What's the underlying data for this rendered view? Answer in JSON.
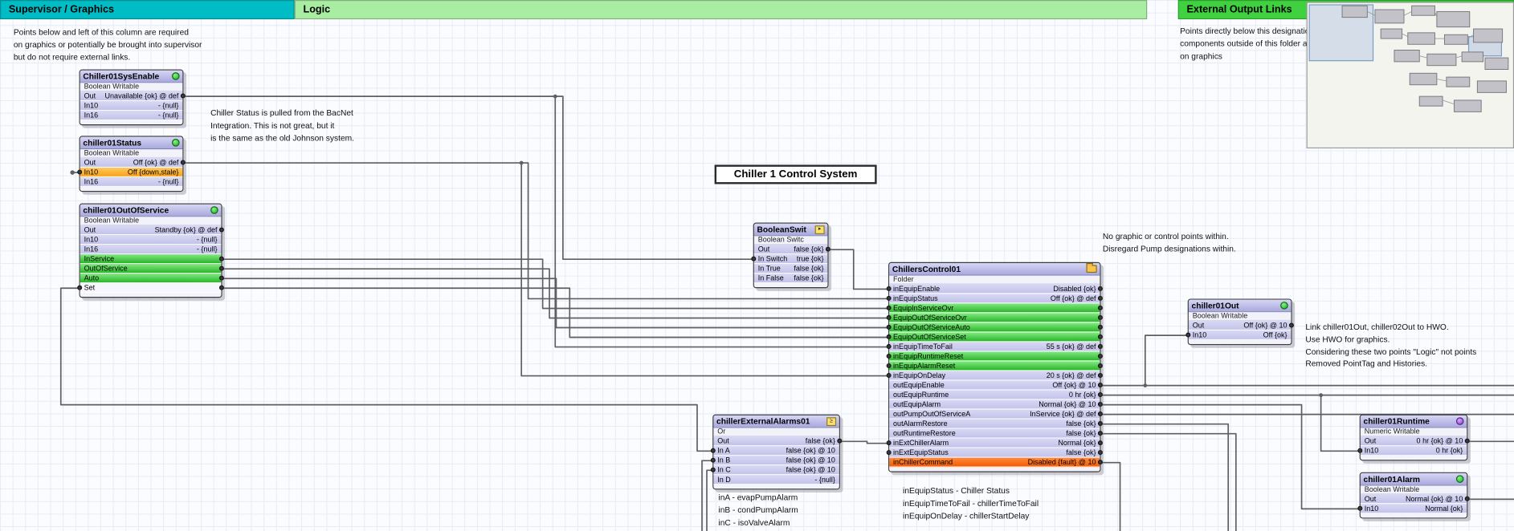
{
  "palette": {
    "supervisor_header": "#00bcc5",
    "logic_header": "#a9eda2",
    "external_header": "#3fd13f",
    "row_default": "#cdcdee",
    "row_action_green": "#3fcb3f",
    "row_stale_orange": "#fbae33",
    "row_fault_red": "#f96a12",
    "status_ok_dot": "#1faf1f",
    "status_numeric_dot": "#8a3fd1",
    "wire": "#5f5f5f"
  },
  "headers": {
    "supervisor": {
      "label": "Supervisor / Graphics"
    },
    "logic": {
      "label": "Logic"
    },
    "external": {
      "label": "External Output Links"
    }
  },
  "notes": {
    "supervisor_note": "Points below and left of this column are required\non graphics or potentially be brought into supervisor\nbut do not require external links.",
    "bacnet_note": "Chiller Status is pulled from the BacNet\nIntegration. This is not great, but it\nis the same as the old Johnson system.",
    "external_note": "Points directly below this designation require\ncomponents outside of this folder and may or may not be used\non graphics",
    "title_box": "Chiller 1 Control System",
    "no_graphic_note": "No graphic or control points within.\nDisregard Pump designations within.",
    "link_note": "Link chiller01Out, chiller02Out to HWO.\nUse HWO for graphics.\nConsidering these two points \"Logic\" not points\nRemoved PointTag and Histories.",
    "alarm_legend": "inA - evapPumpAlarm\ninB - condPumpAlarm\ninC - isoValveAlarm",
    "equip_legend": "inEquipStatus - Chiller Status\ninEquipTimeToFail - chillerTimeToFail\ninEquipOnDelay - chillerStartDelay"
  },
  "blocks": [
    {
      "title": "Chiller01SysEnable",
      "subtitle": "Boolean Writable",
      "icon": "green-dot",
      "rows": [
        {
          "l": "Out",
          "v": "Unavailable {ok} @ def",
          "c": "lav",
          "p": "r"
        },
        {
          "l": "In10",
          "v": "- {null}",
          "c": "lav",
          "p": ""
        },
        {
          "l": "In16",
          "v": "- {null}",
          "c": "lav",
          "p": ""
        }
      ]
    },
    {
      "title": "chiller01Status",
      "subtitle": "Boolean Writable",
      "icon": "green-dot",
      "rows": [
        {
          "l": "Out",
          "v": "Off {ok} @ def",
          "c": "lav",
          "p": "r"
        },
        {
          "l": "In10",
          "v": "Off {down,stale}",
          "c": "orn",
          "p": "l"
        },
        {
          "l": "In16",
          "v": "- {null}",
          "c": "lav",
          "p": ""
        }
      ]
    },
    {
      "title": "chiller01OutOfService",
      "subtitle": "Boolean Writable",
      "icon": "green-dot",
      "rows": [
        {
          "l": "Out",
          "v": "Standby {ok} @ def",
          "c": "lav",
          "p": "r"
        },
        {
          "l": "In10",
          "v": "- {null}",
          "c": "lav",
          "p": ""
        },
        {
          "l": "In16",
          "v": "- {null}",
          "c": "lav",
          "p": ""
        },
        {
          "l": "InService",
          "v": "",
          "c": "grn",
          "p": "r"
        },
        {
          "l": "OutOfService",
          "v": "",
          "c": "grn",
          "p": "r"
        },
        {
          "l": "Auto",
          "v": "",
          "c": "grn",
          "p": "r"
        },
        {
          "l": "Set",
          "v": "",
          "c": "wht",
          "p": "lr"
        }
      ]
    },
    {
      "title": "BooleanSwit",
      "subtitle": "Boolean Switc",
      "icon": "switch",
      "rows": [
        {
          "l": "Out",
          "v": "false {ok}",
          "c": "lav",
          "p": "r"
        },
        {
          "l": "In Switch",
          "v": "true {ok}",
          "c": "lav",
          "p": "l"
        },
        {
          "l": "In True",
          "v": "false {ok}",
          "c": "lav",
          "p": ""
        },
        {
          "l": "In False",
          "v": "false {ok}",
          "c": "lav",
          "p": ""
        }
      ]
    },
    {
      "title": "ChillersControl01",
      "subtitle": "Folder",
      "icon": "folder",
      "rows": [
        {
          "l": "inEquipEnable",
          "v": "Disabled {ok}",
          "c": "lav",
          "p": "lr"
        },
        {
          "l": "inEquipStatus",
          "v": "Off {ok} @ def",
          "c": "lav",
          "p": "lr"
        },
        {
          "l": "EquipInServiceOvr",
          "v": "",
          "c": "grn",
          "p": "lr"
        },
        {
          "l": "EquipOutOfServiceOvr",
          "v": "",
          "c": "grn",
          "p": "lr"
        },
        {
          "l": "EquipOutOfServiceAuto",
          "v": "",
          "c": "grn",
          "p": "lr"
        },
        {
          "l": "EquipOutOfServiceSet",
          "v": "",
          "c": "grn",
          "p": "lr"
        },
        {
          "l": "inEquipTimeToFail",
          "v": "55 s {ok} @ def",
          "c": "lav",
          "p": "lr"
        },
        {
          "l": "inEquipRuntimeReset",
          "v": "",
          "c": "grn",
          "p": "lr"
        },
        {
          "l": "inEquipAlarmReset",
          "v": "",
          "c": "grn",
          "p": "lr"
        },
        {
          "l": "inEquipOnDelay",
          "v": "20 s {ok} @ def",
          "c": "lav",
          "p": "lr"
        },
        {
          "l": "outEquipEnable",
          "v": "Off {ok} @ 10",
          "c": "lav",
          "p": "r"
        },
        {
          "l": "outEquipRuntime",
          "v": "0 hr {ok}",
          "c": "lav",
          "p": "r"
        },
        {
          "l": "outEquipAlarm",
          "v": "Normal {ok} @ 10",
          "c": "lav",
          "p": "r"
        },
        {
          "l": "outPumpOutOfServiceA",
          "v": "InService {ok} @ def",
          "c": "lav",
          "p": "r"
        },
        {
          "l": "outAlarmRestore",
          "v": "false {ok}",
          "c": "lav",
          "p": "r"
        },
        {
          "l": "outRuntimeRestore",
          "v": "false {ok}",
          "c": "lav",
          "p": "r"
        },
        {
          "l": "inExtChillerAlarm",
          "v": "Normal {ok}",
          "c": "lav",
          "p": "lr"
        },
        {
          "l": "inExtEquipStatus",
          "v": "false {ok}",
          "c": "lav",
          "p": "lr"
        },
        {
          "l": "inChillerCommand",
          "v": "Disabled {fault} @ 10",
          "c": "red",
          "p": "r"
        }
      ]
    },
    {
      "title": "chillerExternalAlarms01",
      "subtitle": "Or",
      "icon": "or-gate",
      "rows": [
        {
          "l": "Out",
          "v": "false {ok}",
          "c": "lav",
          "p": "r"
        },
        {
          "l": "In A",
          "v": "false {ok} @ 10",
          "c": "lav",
          "p": "l"
        },
        {
          "l": "In B",
          "v": "false {ok} @ 10",
          "c": "lav",
          "p": "l"
        },
        {
          "l": "In C",
          "v": "false {ok} @ 10",
          "c": "lav",
          "p": "l"
        },
        {
          "l": "In D",
          "v": "- {null}",
          "c": "lav",
          "p": ""
        }
      ]
    },
    {
      "title": "chiller01Out",
      "subtitle": "Boolean Writable",
      "icon": "green-dot",
      "rows": [
        {
          "l": "Out",
          "v": "Off {ok} @ 10",
          "c": "lav",
          "p": "r"
        },
        {
          "l": "In10",
          "v": "Off {ok}",
          "c": "lav",
          "p": "l"
        }
      ]
    },
    {
      "title": "chiller01Runtime",
      "subtitle": "Numeric Writable",
      "icon": "purple-dot",
      "rows": [
        {
          "l": "Out",
          "v": "0 hr {ok} @ 10",
          "c": "lav",
          "p": "r"
        },
        {
          "l": "In10",
          "v": "0 hr {ok}",
          "c": "lav",
          "p": "l"
        }
      ]
    },
    {
      "title": "chiller01Alarm",
      "subtitle": "Boolean Writable",
      "icon": "green-dot",
      "rows": [
        {
          "l": "Out",
          "v": "Normal {ok} @ 10",
          "c": "lav",
          "p": "r"
        },
        {
          "l": "In10",
          "v": "Normal {ok}",
          "c": "lav",
          "p": "l"
        }
      ]
    }
  ]
}
